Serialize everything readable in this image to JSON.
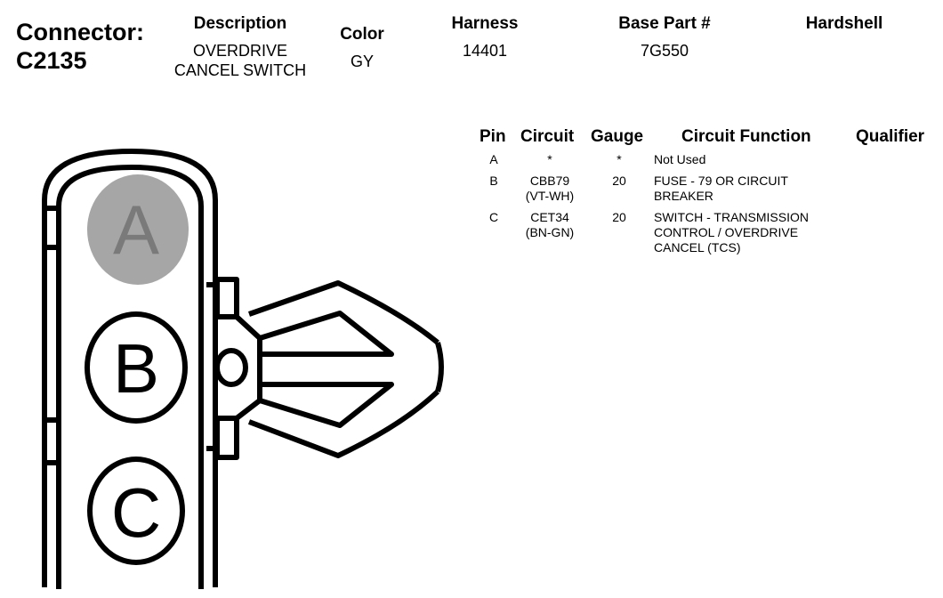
{
  "connector": {
    "label": "Connector:",
    "id": "C2135"
  },
  "info": {
    "description_label": "Description",
    "description_line1": "OVERDRIVE",
    "description_line2": "CANCEL SWITCH",
    "color_label": "Color",
    "color_value": "GY",
    "harness_label": "Harness",
    "harness_value": "14401",
    "base_part_label": "Base Part #",
    "base_part_value": "7G550",
    "hardshell_label": "Hardshell"
  },
  "pin_table": {
    "headers": {
      "pin": "Pin",
      "circuit": "Circuit",
      "gauge": "Gauge",
      "function": "Circuit Function",
      "qualifier": "Qualifier"
    },
    "rows": [
      {
        "pin": "A",
        "circuit": [
          "*"
        ],
        "gauge": "*",
        "function": [
          "Not Used"
        ]
      },
      {
        "pin": "B",
        "circuit": [
          "CBB79",
          "(VT-WH)"
        ],
        "gauge": "20",
        "function": [
          "FUSE - 79 OR CIRCUIT",
          "BREAKER"
        ]
      },
      {
        "pin": "C",
        "circuit": [
          "CET34",
          "(BN-GN)"
        ],
        "gauge": "20",
        "function": [
          "SWITCH - TRANSMISSION",
          "CONTROL / OVERDRIVE",
          "CANCEL (TCS)"
        ]
      }
    ]
  },
  "diagram": {
    "pins": [
      {
        "label": "A",
        "status": "unused",
        "fill": "#a6a6a6",
        "text_color": "#7a7a7a"
      },
      {
        "label": "B",
        "status": "used",
        "fill": "#ffffff",
        "text_color": "#000000"
      },
      {
        "label": "C",
        "status": "used",
        "fill": "#ffffff",
        "text_color": "#000000"
      }
    ]
  }
}
